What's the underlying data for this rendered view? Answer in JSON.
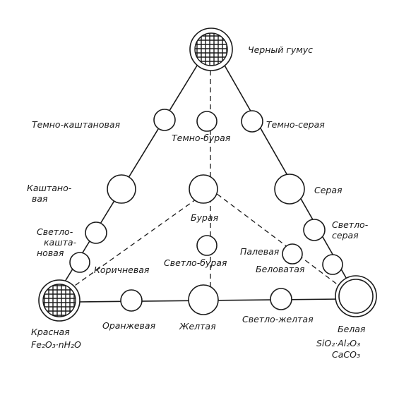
{
  "nodes": {
    "black_humus": "Черный гумус",
    "dark_chestnut": "Темно-каштановая",
    "dark_brown": "Темно-бурая",
    "dark_gray": "Темно-серая",
    "chestnut_line1": "Каштано-",
    "chestnut_line2": "вая",
    "brown": "Бурая",
    "gray": "Серая",
    "light_chestnut_line1": "Светло-",
    "light_chestnut_line2": "кашта-",
    "light_chestnut_line3": "новая",
    "light_gray_line1": "Светло-",
    "light_gray_line2": "серая",
    "light_brown": "Светло-бурая",
    "straw": "Палевая",
    "whitish": "Беловатая",
    "cinnamon": "Коричневая",
    "orange": "Оранжевая",
    "yellow": "Желтая",
    "light_yellow": "Светло-желтая",
    "red": "Красная",
    "red_formula": "Fe₂O₃·nH₂O",
    "white": "Белая",
    "white_formula_line1": "SiO₂·Al₂O₃",
    "white_formula_line2": "CaCO₃"
  },
  "colors": {
    "ink": "#1a1a1a",
    "paper": "#ffffff"
  }
}
